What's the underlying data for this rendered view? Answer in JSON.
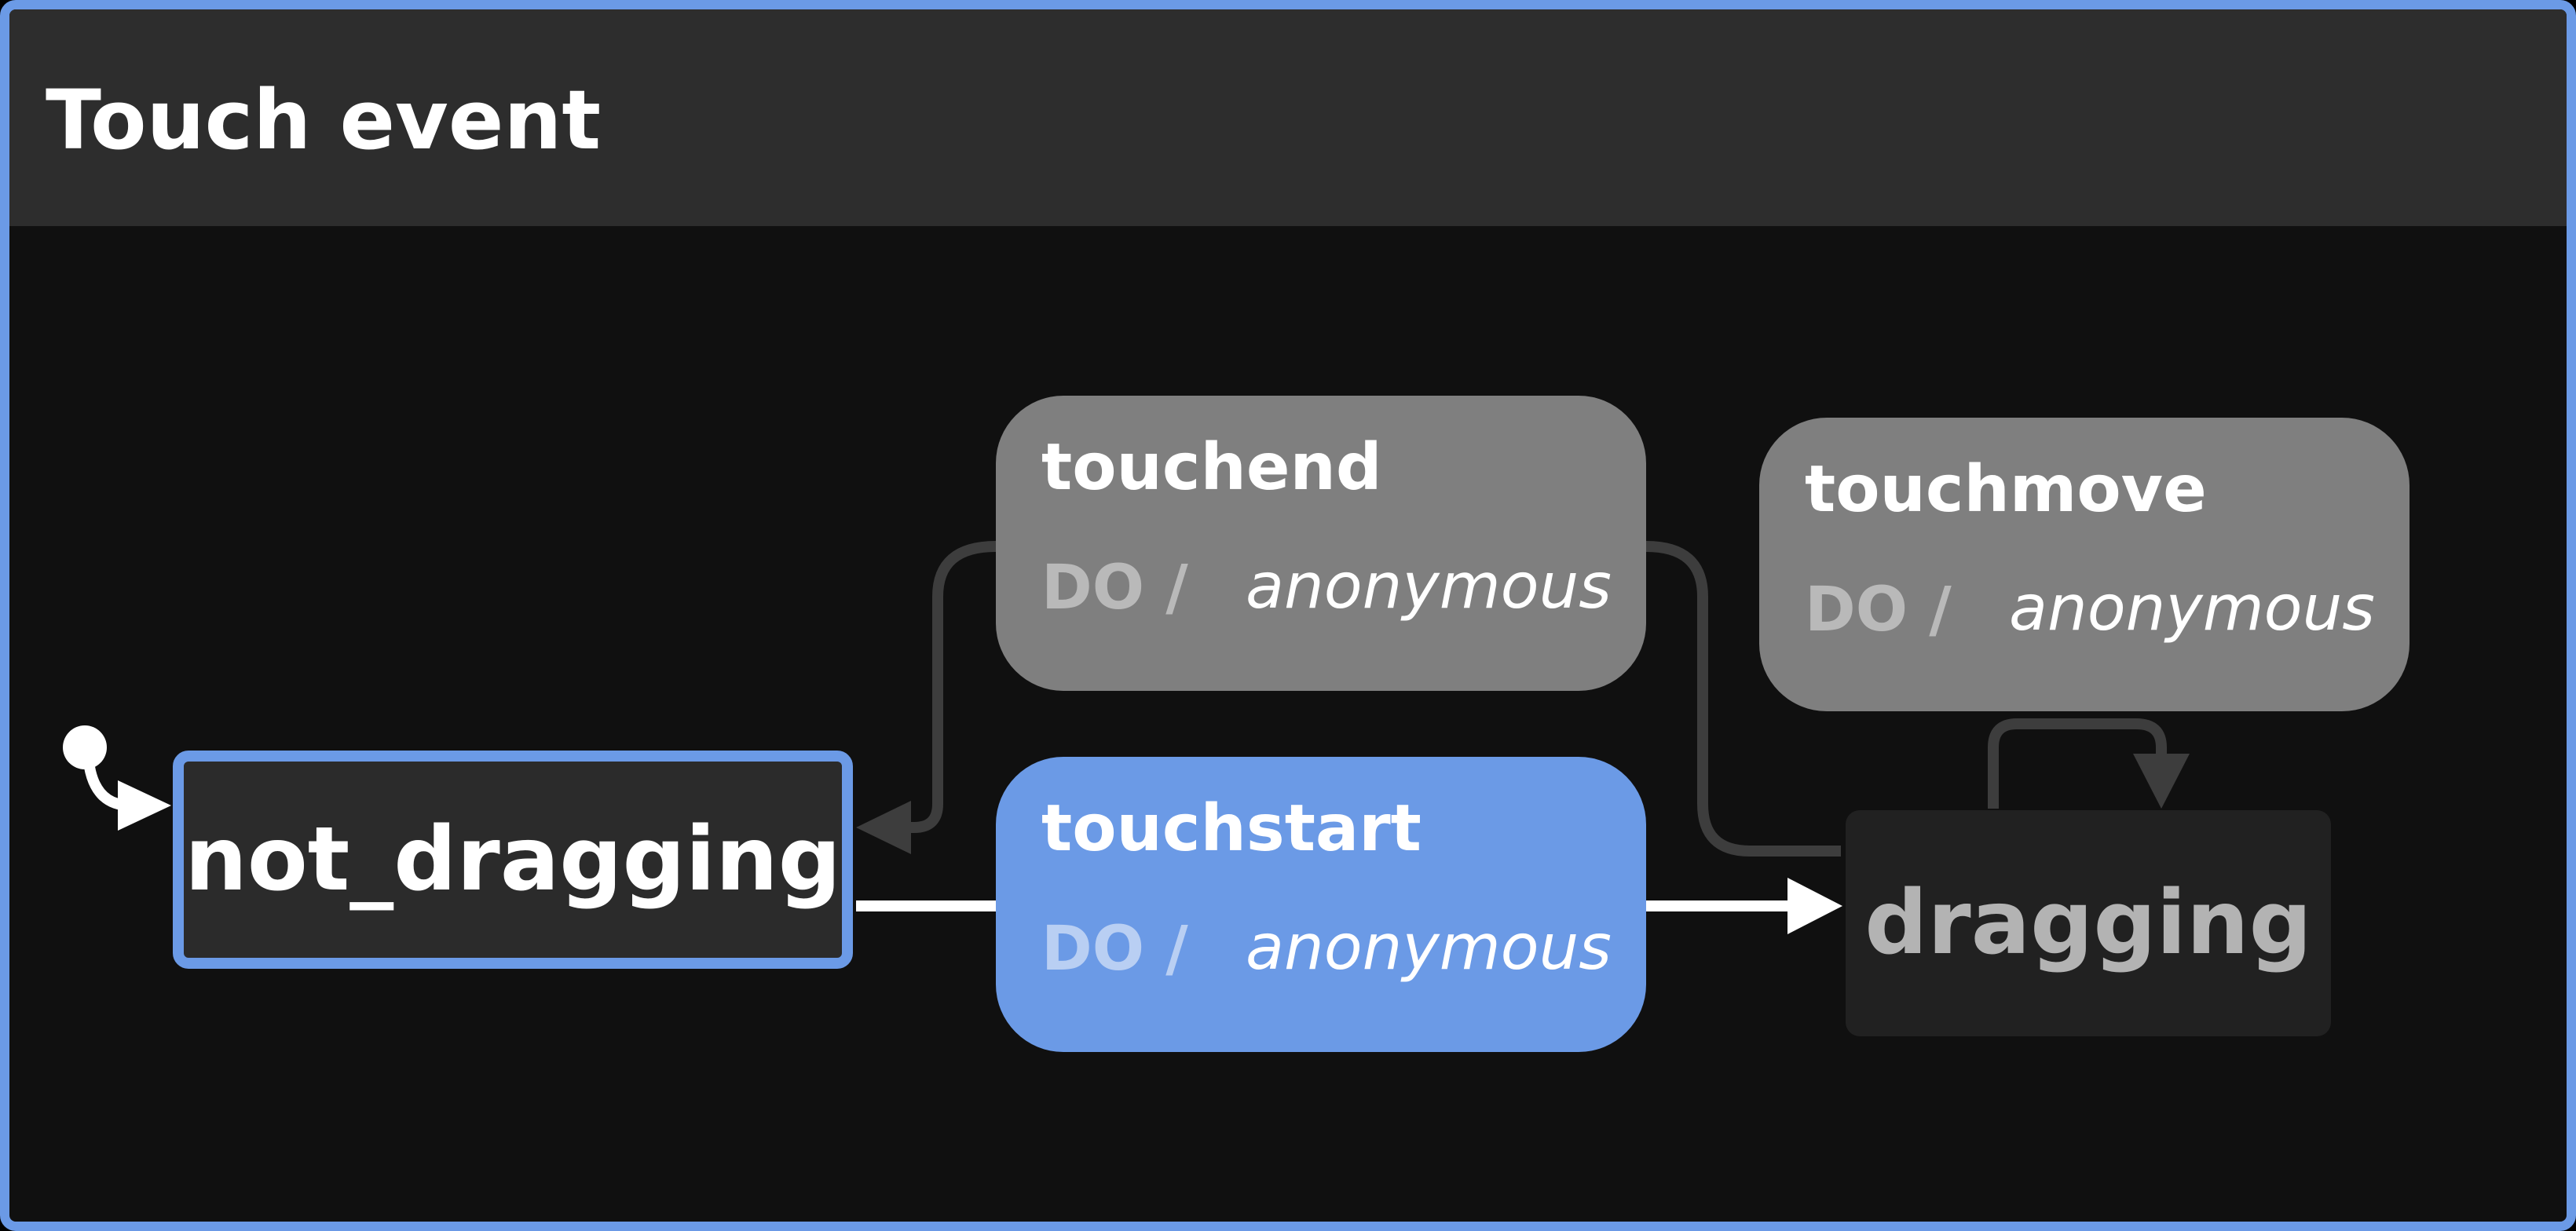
{
  "machine": {
    "title": "Touch event"
  },
  "states": {
    "not_dragging": {
      "label": "not_dragging",
      "active": true
    },
    "dragging": {
      "label": "dragging",
      "active": false
    }
  },
  "events": {
    "touchend": {
      "name": "touchend",
      "do_label": "DO /",
      "action": "anonymous"
    },
    "touchmove": {
      "name": "touchmove",
      "do_label": "DO /",
      "action": "anonymous"
    },
    "touchstart": {
      "name": "touchstart",
      "do_label": "DO /",
      "action": "anonymous",
      "highlighted": true
    }
  },
  "colors": {
    "accent": "#6b9ae6",
    "event_inactive": "#7f7f7f",
    "canvas": "#101010",
    "header": "#2d2d2d"
  }
}
